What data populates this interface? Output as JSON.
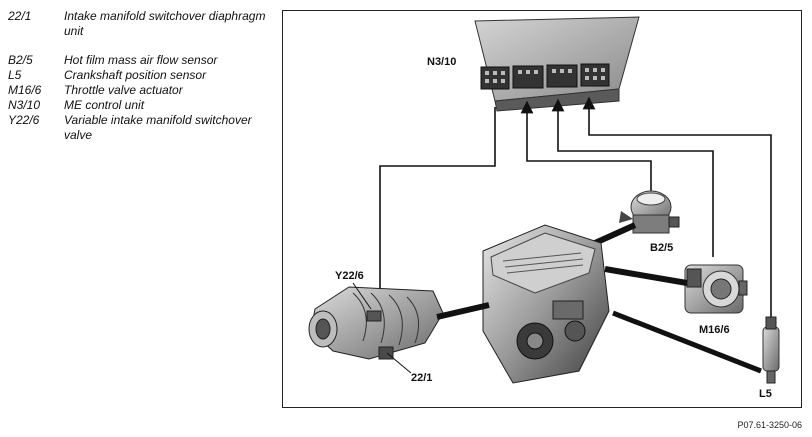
{
  "legend": {
    "items": [
      {
        "code": "22/1",
        "desc": "Intake manifold switchover diaphragm unit"
      },
      {
        "code": "B2/5",
        "desc": "Hot film mass air flow sensor"
      },
      {
        "code": "L5",
        "desc": "Crankshaft position sensor"
      },
      {
        "code": "M16/6",
        "desc": "Throttle valve actuator"
      },
      {
        "code": "N3/10",
        "desc": "ME control unit"
      },
      {
        "code": "Y22/6",
        "desc": "Variable intake manifold switchover valve"
      }
    ]
  },
  "diagram": {
    "labels": {
      "n3_10": "N3/10",
      "b2_5": "B2/5",
      "m16_6": "M16/6",
      "y22_6": "Y22/6",
      "l5": "L5",
      "c22_1": "22/1"
    }
  },
  "reference_code": "P07.61-3250-06"
}
